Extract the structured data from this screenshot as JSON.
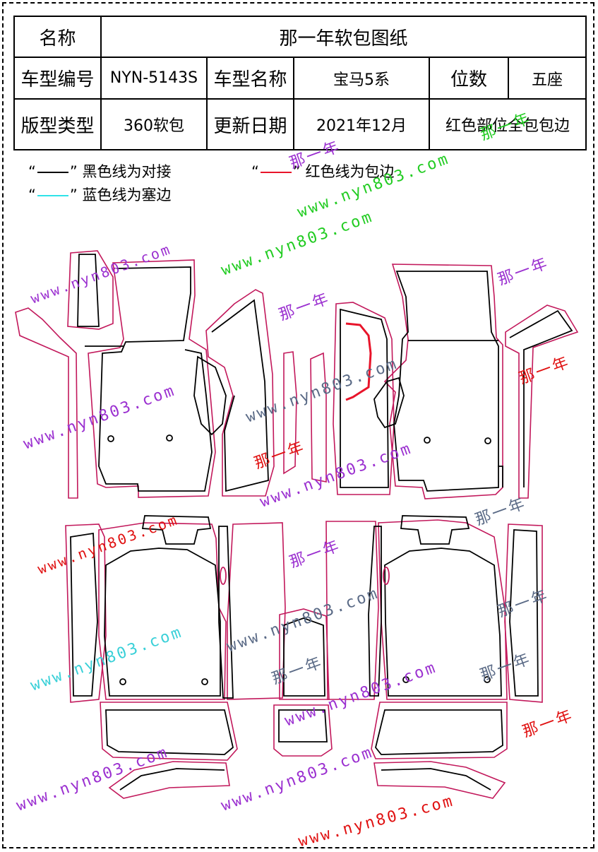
{
  "title": "那一年软包图纸",
  "table": {
    "name_label": "名称",
    "model_code_label": "车型编号",
    "model_code": "NYN-5143S",
    "model_name_label": "车型名称",
    "model_name": "宝马5系",
    "seats_label": "位数",
    "seats": "五座",
    "type_label": "版型类型",
    "type": "360软包",
    "date_label": "更新日期",
    "date": "2021年12月",
    "note": "红色部位全包包边"
  },
  "legend": {
    "q_open": "“",
    "q_close": "”",
    "black": "黑色线为对接",
    "red": "红色线为包边",
    "cyan": "蓝色线为塞边"
  },
  "colors": {
    "black_line": "#000000",
    "red_line": "#e8142a",
    "cyan_line": "#2fe3e8",
    "outline": "#c2185b",
    "wm_purple": "#9b30d0",
    "wm_green": "#22cc22",
    "wm_red": "#e01010",
    "wm_slate": "#5a6a86",
    "wm_cyan": "#39d0d8"
  },
  "watermarks": {
    "url": "www.nyn803.com",
    "brand": "那一年"
  }
}
